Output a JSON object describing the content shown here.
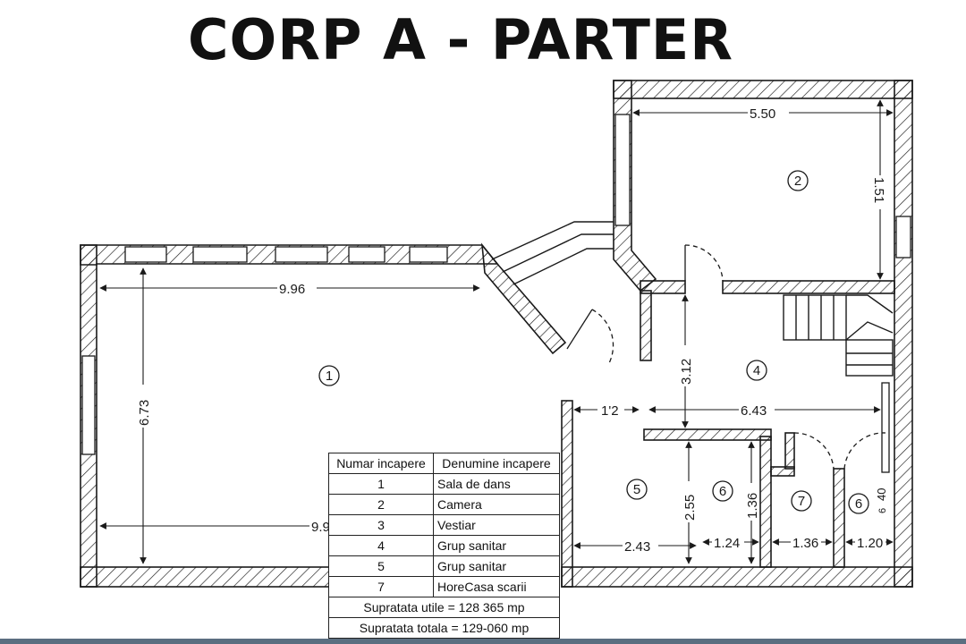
{
  "title": "CORP A - PARTER",
  "room_markers": [
    "1",
    "2",
    "4",
    "5",
    "6",
    "7",
    "6"
  ],
  "dimensions": {
    "room1_width": "9.96",
    "room1_height": "6.73",
    "room1_bottom": "9.9",
    "room2_width": "5.50",
    "room2_height": "1.51",
    "corridor_height": "3.12",
    "corridor_width": "6.43",
    "door_gap": "1'2",
    "room5_width": "2.43",
    "room5_height": "2.55",
    "room6_height": "1.36",
    "room6_width": "1.24",
    "room7_width": "1.36",
    "room6b_width": "1.20",
    "room6b_height": "40",
    "small_6": "6"
  },
  "legend": {
    "header_number": "Numar incapere",
    "header_name": "Denumine incapere",
    "rows": [
      {
        "number": "1",
        "name": "Sala de dans"
      },
      {
        "number": "2",
        "name": "Camera"
      },
      {
        "number": "3",
        "name": "Vestiar"
      },
      {
        "number": "4",
        "name": "Grup sanitar"
      },
      {
        "number": "5",
        "name": "Grup sanitar"
      },
      {
        "number": "7",
        "name": "HoreCasa scarii"
      }
    ],
    "useful_area": "Supratata utile = 128 365 mp",
    "total_area": "Supratata totala = 129-060 mp"
  },
  "colors": {
    "ink": "#1a1a1a",
    "bottom_bar": "#5b6e80"
  }
}
